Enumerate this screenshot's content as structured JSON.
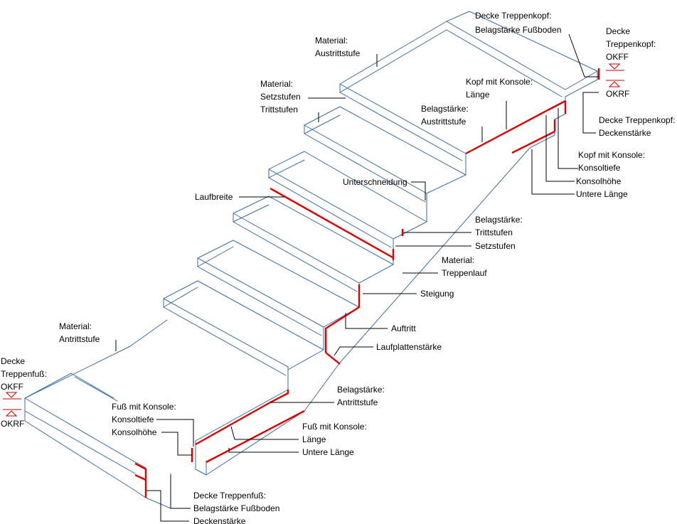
{
  "labels": {
    "decke_kopf_belag": [
      "Decke Treppenkopf:",
      "Belagstärke Fußboden"
    ],
    "decke_kopf_okff": [
      "Decke",
      "Treppenkopf:",
      "OKFF"
    ],
    "okrf_top": "OKRF",
    "material_austritt": [
      "Material:",
      "Austrittstufe"
    ],
    "kopf_konsole_laenge": [
      "Kopf mit Konsole:",
      "Länge"
    ],
    "belag_austritt": [
      "Belagstärke:",
      "Austrittstufe"
    ],
    "decke_kopf_decken": [
      "Decke Treppenkopf:",
      "Deckenstärke"
    ],
    "material_setz_tritt": [
      "Material:",
      "Setzstufen",
      "Trittstufen"
    ],
    "kopf_konsole_tiefe": [
      "Kopf mit Konsole:",
      "Konsoltiefe"
    ],
    "konsolhoehe_top": "Konsolhöhe",
    "untere_laenge_top": "Untere Länge",
    "unterschneidung": "Unterschneidung",
    "laufbreite": "Laufbreite",
    "belag_trittstufen": [
      "Belagstärke:",
      "Trittstufen"
    ],
    "setzstufen": "Setzstufen",
    "material_treppenlauf": [
      "Material:",
      "Treppenlauf"
    ],
    "steigung": "Steigung",
    "auftritt": "Auftritt",
    "laufplattenstaerke": "Laufplattenstärke",
    "material_antritt": [
      "Material:",
      "Antrittstufe"
    ],
    "decke_fuss_okff": [
      "Decke",
      "Treppenfuß:",
      "OKFF"
    ],
    "okrf_bottom": "OKRF",
    "belag_antritt": [
      "Belagstärke:",
      "Antrittstufe"
    ],
    "fuss_konsole_tiefe": [
      "Fuß mit Konsole:",
      "Konsoltiefe"
    ],
    "konsolhoehe_bottom": "Konsolhöhe",
    "fuss_konsole_laenge": [
      "Fuß mit Konsole:",
      "Länge"
    ],
    "untere_laenge_bottom": "Untere Länge",
    "decke_fuss_belag": [
      "Decke Treppenfuß:",
      "Belagstärke Fußboden"
    ],
    "deckenstaerke_bottom": "Deckenstärke"
  },
  "colors": {
    "stair_lines": "#3a6ea5",
    "dimension_marks": "#e00000",
    "leader_lines": "#000000",
    "text": "#000000"
  }
}
